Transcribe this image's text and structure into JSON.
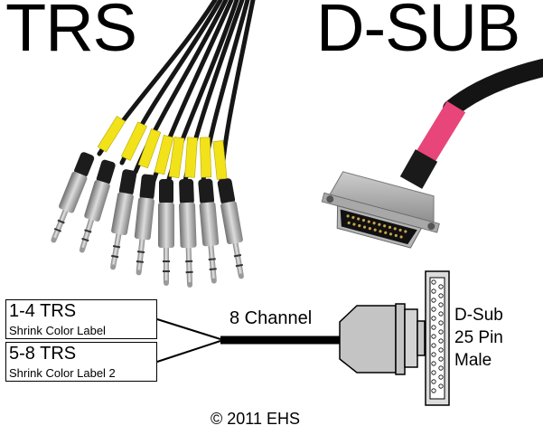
{
  "titles": {
    "left": "TRS",
    "right": "D-SUB"
  },
  "labels": {
    "group1": {
      "main": "1-4 TRS",
      "sub": "Shrink Color Label"
    },
    "group2": {
      "main": "5-8 TRS",
      "sub": "Shrink Color Label 2"
    }
  },
  "cable_label": "8 Channel",
  "connector": {
    "line1": "D-Sub",
    "line2": "25 Pin",
    "line3": "Male"
  },
  "copyright": "© 2011 EHS",
  "colors": {
    "cable_jacket": "#1a1a1a",
    "heat_shrink_yellow": "#f2e21a",
    "pink_sleeve": "#e8457a",
    "metal": "#b8b8b8",
    "diagram_connector": "#c4c4c4"
  }
}
